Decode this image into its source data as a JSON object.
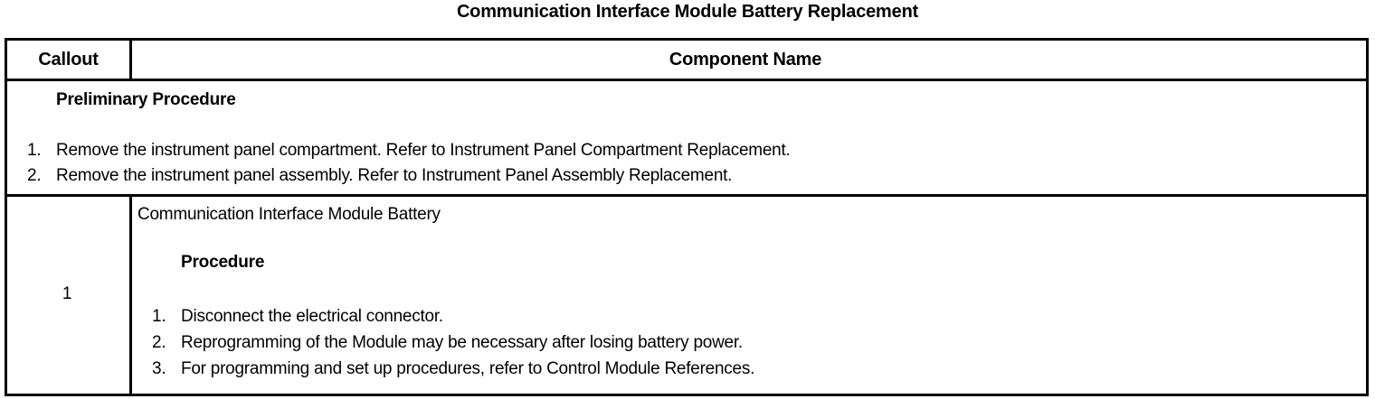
{
  "document": {
    "title": "Communication Interface Module Battery Replacement"
  },
  "table": {
    "headers": {
      "callout": "Callout",
      "component_name": "Component Name"
    },
    "preliminary": {
      "heading": "Preliminary Procedure",
      "steps": [
        {
          "number": "1.",
          "text": "Remove the instrument panel compartment. Refer to Instrument Panel Compartment Replacement."
        },
        {
          "number": "2.",
          "text": "Remove the instrument panel assembly. Refer to Instrument Panel Assembly Replacement."
        }
      ]
    },
    "rows": [
      {
        "callout": "1",
        "component_name": "Communication Interface Module Battery",
        "procedure_heading": "Procedure",
        "steps": [
          {
            "number": "1.",
            "text": "Disconnect the electrical connector."
          },
          {
            "number": "2.",
            "text": "Reprogramming of the Module may be necessary after losing battery power."
          },
          {
            "number": "3.",
            "text": "For programming and set up procedures, refer to Control Module References."
          }
        ]
      }
    ]
  },
  "colors": {
    "text": "#000000",
    "background": "#ffffff",
    "border": "#000000"
  }
}
